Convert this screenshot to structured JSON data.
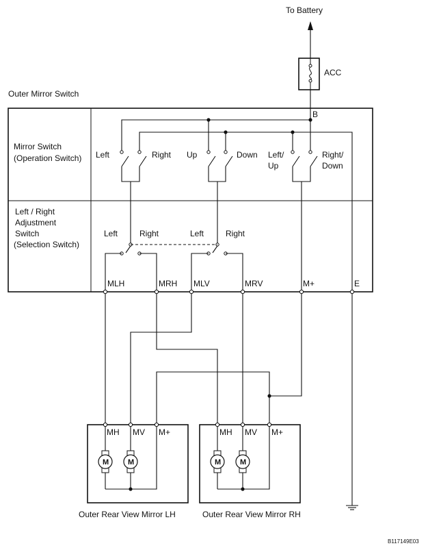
{
  "battery_label": "To Battery",
  "fuse_label": "ACC",
  "switch_title": "Outer Mirror Switch",
  "b_terminal": "B",
  "mirror_switch": {
    "line1": "Mirror Switch",
    "line2": "(Operation Switch)",
    "left": "Left",
    "right": "Right",
    "up": "Up",
    "down": "Down",
    "left_up_1": "Left/",
    "left_up_2": "Up",
    "right_down_1": "Right/",
    "right_down_2": "Down"
  },
  "selection_switch": {
    "line1": "Left / Right",
    "line2": "Adjustment",
    "line3": "Switch",
    "line4": "(Selection Switch)",
    "left_a": "Left",
    "right_a": "Right",
    "left_b": "Left",
    "right_b": "Right"
  },
  "terminals": {
    "mlh": "MLH",
    "mrh": "MRH",
    "mlv": "MLV",
    "mrv": "MRV",
    "mplus": "M+",
    "e": "E"
  },
  "mirror_lh": {
    "mh": "MH",
    "mv": "MV",
    "mplus": "M+",
    "motor": "M",
    "label": "Outer Rear View Mirror LH"
  },
  "mirror_rh": {
    "mh": "MH",
    "mv": "MV",
    "mplus": "M+",
    "motor": "M",
    "label": "Outer Rear View Mirror RH"
  },
  "figure_code": "B117149E03"
}
